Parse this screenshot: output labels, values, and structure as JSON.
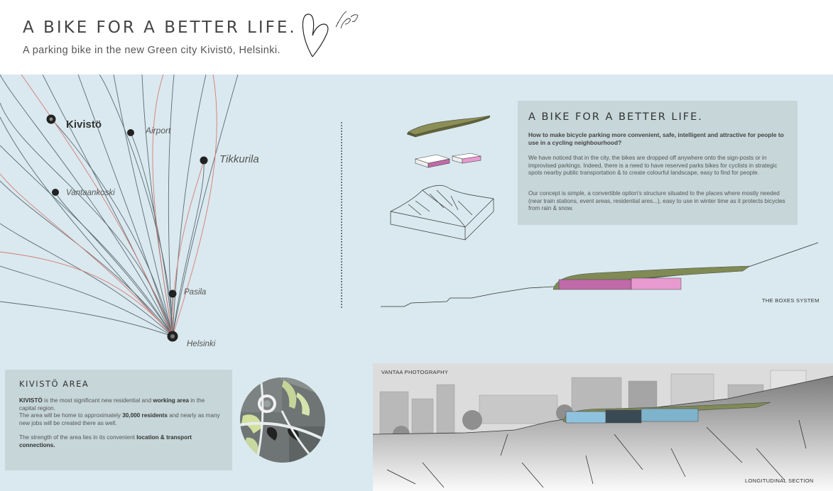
{
  "header": {
    "title": "A BIKE FOR A BETTER LIFE.",
    "subtitle": "A parking bike in the new Green city Kivistö, Helsinki."
  },
  "map": {
    "places": {
      "kivisto": "Kivistö",
      "airport": "Airport",
      "tikkurila": "Tikkurila",
      "vantaankoski": "Vantaankoski",
      "pasila": "Pasila",
      "helsinki": "Helsinki"
    }
  },
  "concept": {
    "title": "A BIKE FOR A BETTER LIFE.",
    "question": "How to make bicycle parking more convenient, safe, intelligent and attractive for people to use in a cycling neighbourhood?",
    "paragraph1": "We have noticed that in the city, the bikes are dropped off anywhere onto the sign-posts or in improvised parkings. Indeed, there is a need to have reserved parks bikes for cyclists in strategic spots nearby public transportation & to create colourful landscape, easy to find for people.",
    "paragraph2": "Our concept is simple, a convertible option's structure situated to the places where mostly needed (near train stations, event areas, residential ares...), easy to use in winter time as it protects bicycles from rain & snow."
  },
  "kivisto_area": {
    "title": "KIVISTÖ AREA",
    "p1_b1": "KIVISTÖ",
    "p1_t1": " is the most significant new residential and ",
    "p1_b2": "working area",
    "p1_t2": " in the capital region.",
    "p2_t1": "The area will be home to approximately ",
    "p2_b1": "30,000 residents",
    "p2_t2": " and nearly as many new jobs will be created there as well.",
    "p3_t1": "The strength of the area lies in its convenient ",
    "p3_b1": "location & transport connections."
  },
  "captions": {
    "boxes_system": "THE BOXES SYSTEM",
    "vantaa_photography": "VANTAA PHOTOGRAPHY",
    "longitudinal_section": "LONGITUDINAL SECTION"
  },
  "colors": {
    "background": "#d9e9ef",
    "panel": "#c6d6d9",
    "accent_pink": "#e89ad0",
    "accent_magenta": "#c06aa8",
    "accent_blue": "#7fb3cc",
    "route_grey": "#5b6b72",
    "route_red": "#d97c74"
  }
}
